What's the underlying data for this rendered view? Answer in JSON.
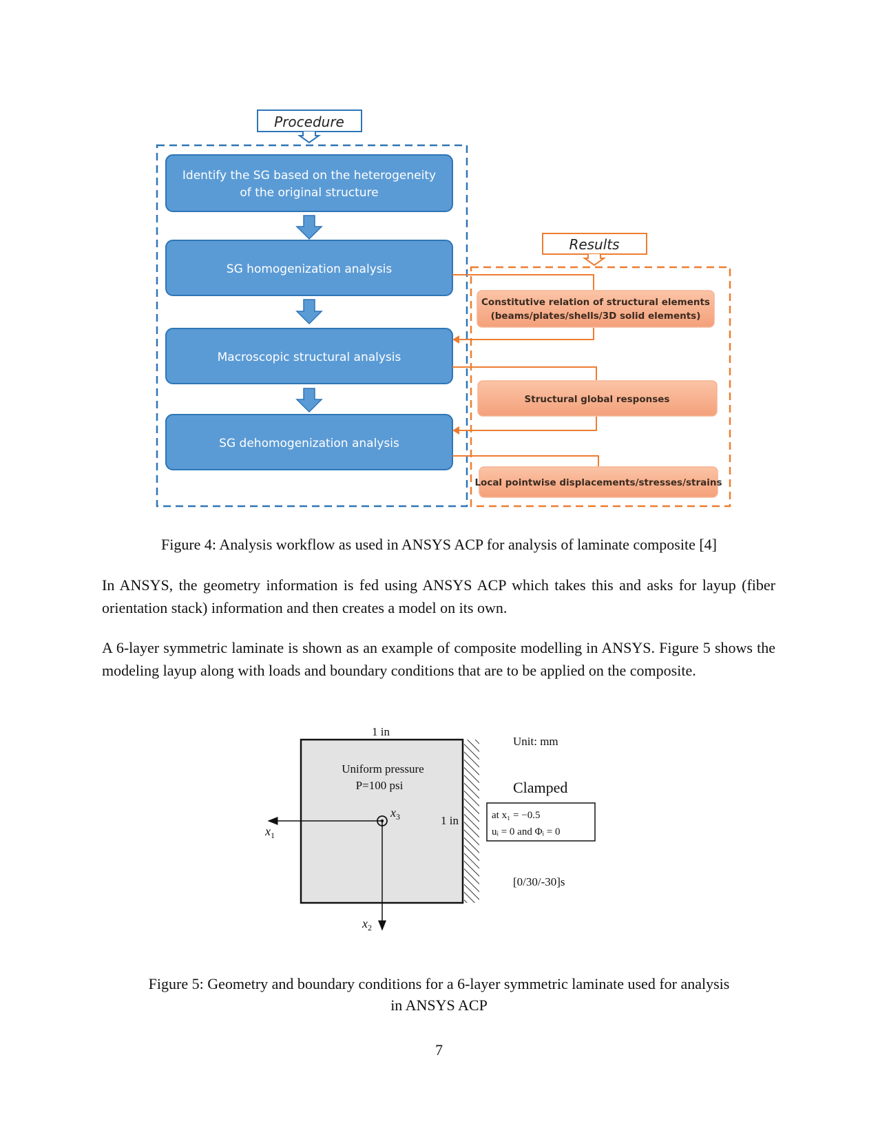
{
  "figure4": {
    "procedure_label": "Procedure",
    "results_label": "Results",
    "steps": [
      [
        "Identify the SG based on the heterogeneity",
        "of the original structure"
      ],
      [
        "SG homogenization analysis"
      ],
      [
        "Macroscopic structural analysis"
      ],
      [
        "SG dehomogenization analysis"
      ]
    ],
    "results": [
      [
        "Constitutive relation of structural elements",
        "(beams/plates/shells/3D solid elements)"
      ],
      [
        "Structural global responses"
      ],
      [
        "Local pointwise displacements/stresses/strains"
      ]
    ],
    "colors": {
      "blue_box": "#5b9bd5",
      "blue_border": "#2e75b6",
      "orange_box": "#f4a582",
      "orange_border": "#ed7d31"
    },
    "caption": "Figure 4: Analysis workflow as used in ANSYS ACP for analysis of laminate composite [4]"
  },
  "paragraphs": [
    "In ANSYS, the geometry information is fed using ANSYS ACP which takes this and asks for layup (fiber orientation stack) information and then creates a model on its own.",
    "A 6-layer symmetric laminate is shown as an example of composite modelling in ANSYS. Figure 5 shows the modeling layup along with loads and boundary conditions that are to be applied on the composite."
  ],
  "figure5": {
    "width_label": "1 in",
    "height_label": "1 in",
    "pressure_line1": "Uniform pressure",
    "pressure_line2": "P=100 psi",
    "x1": "x",
    "x1_sub": "1",
    "x2": "x",
    "x2_sub": "2",
    "x3": "x",
    "x3_sub": "3",
    "unit": "Unit: mm",
    "clamped": "Clamped",
    "bc_line1": "at x₁ = −0.5",
    "bc_line2": "uᵢ = 0 and Φᵢ = 0",
    "layup": "[0/30/-30]s",
    "caption_line1": "Figure 5: Geometry and boundary conditions for a 6-layer symmetric laminate used for analysis",
    "caption_line2": "in ANSYS ACP"
  },
  "page_number": "7"
}
